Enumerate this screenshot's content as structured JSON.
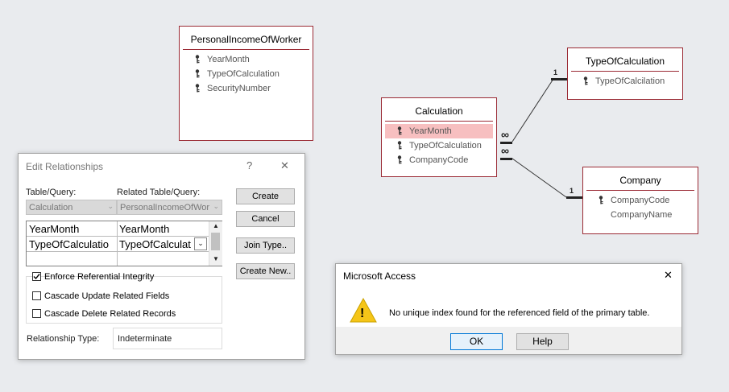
{
  "tables": {
    "personal": {
      "title": "PersonalIncomeOfWorker",
      "fields": [
        "YearMonth",
        "TypeOfCalculation",
        "SecurityNumber"
      ]
    },
    "calculation": {
      "title": "Calculation",
      "fields": [
        "YearMonth",
        "TypeOfCalculation",
        "CompanyCode"
      ]
    },
    "typeofcalc": {
      "title": "TypeOfCalculation",
      "fields": [
        "TypeOfCalcilation"
      ]
    },
    "company": {
      "title": "Company",
      "fields": [
        "CompanyCode",
        "CompanyName"
      ]
    }
  },
  "relationships": {
    "one_label": "1",
    "many_label": "∞"
  },
  "edit_dialog": {
    "title": "Edit Relationships",
    "help": "?",
    "close": "✕",
    "table_label": "Table/Query:",
    "related_label": "Related Table/Query:",
    "table_value": "Calculation",
    "related_value": "PersonalIncomeOfWor",
    "grid": [
      [
        "YearMonth",
        "YearMonth"
      ],
      [
        "TypeOfCalculatio",
        "TypeOfCalculat"
      ],
      [
        "",
        ""
      ]
    ],
    "buttons": {
      "create": "Create",
      "cancel": "Cancel",
      "join_type": "Join Type..",
      "create_new": "Create New.."
    },
    "enforce": "Enforce Referential Integrity",
    "cascade_update": "Cascade Update Related Fields",
    "cascade_delete": "Cascade Delete Related Records",
    "rel_type_label": "Relationship Type:",
    "rel_type_value": "Indeterminate"
  },
  "msgbox": {
    "title": "Microsoft Access",
    "close": "✕",
    "message": "No unique index found for the referenced field of the primary table.",
    "ok": "OK",
    "help": "Help",
    "warning_symbol": "!"
  },
  "colors": {
    "table_border": "#9b2b35",
    "selected_field": "#f7bfc0",
    "warning": "#f5c518",
    "button_focus": "#0078d7"
  }
}
